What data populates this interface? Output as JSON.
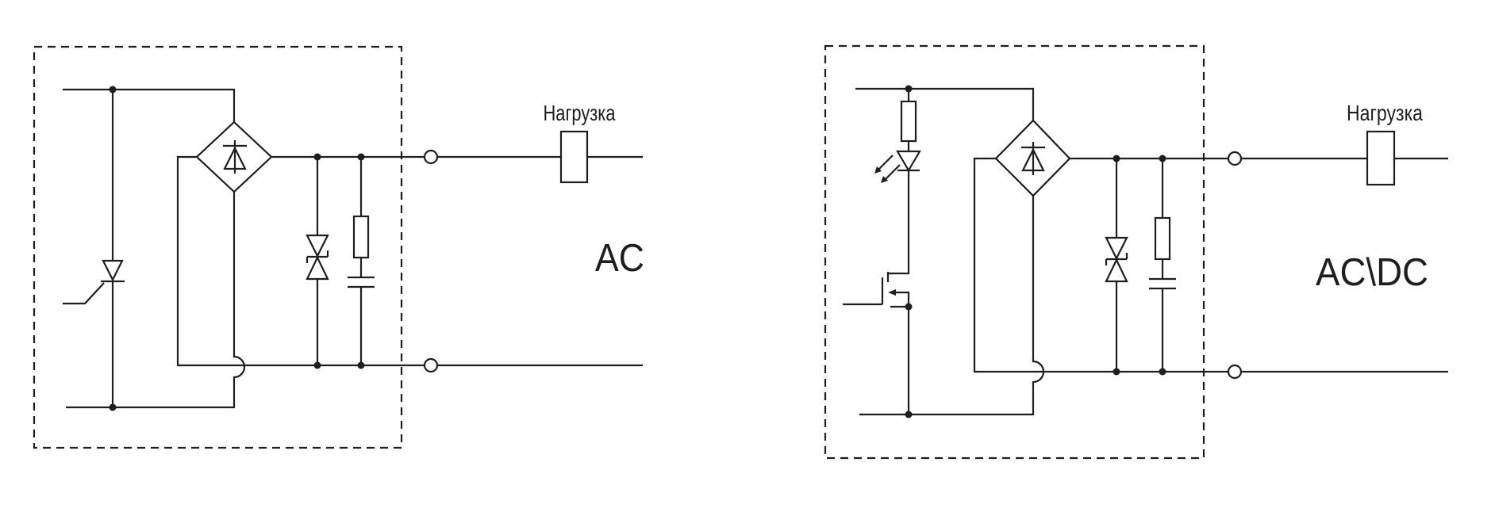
{
  "colors": {
    "line": "#1e1e1e",
    "bg": "#ffffff"
  },
  "left_circuit": {
    "type_label": "AC",
    "load_label": "Нагрузка",
    "components": [
      "thyristor",
      "diode-bridge-rectifier",
      "bidirectional-tvs-suppressor",
      "snubber-resistor",
      "snubber-capacitor",
      "output-terminals",
      "load"
    ]
  },
  "right_circuit": {
    "type_label": "AC\\DC",
    "load_label": "Нагрузка",
    "components": [
      "current-limit-resistor",
      "led",
      "mosfet",
      "diode-bridge-rectifier",
      "bidirectional-tvs-suppressor",
      "snubber-resistor",
      "snubber-capacitor",
      "output-terminals",
      "load"
    ]
  }
}
